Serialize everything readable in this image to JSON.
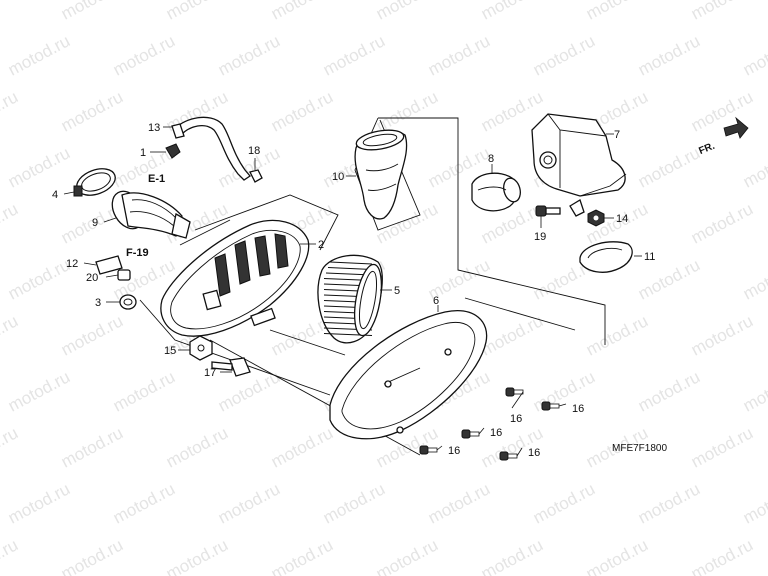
{
  "diagram": {
    "watermark": "motod.ru",
    "part_numbers": {
      "p1": "1",
      "p2": "2",
      "p3": "3",
      "p4": "4",
      "p5": "5",
      "p6": "6",
      "p7": "7",
      "p8": "8",
      "p9": "9",
      "p10": "10",
      "p11": "11",
      "p12": "12",
      "p13": "13",
      "p14": "14",
      "p15": "15",
      "p16": "16",
      "p17": "17",
      "p18": "18",
      "p19": "19",
      "p20": "20"
    },
    "references": {
      "e1": "E-1",
      "f19": "F-19"
    },
    "direction_label": "FR.",
    "diagram_code": "MFE7F1800"
  }
}
